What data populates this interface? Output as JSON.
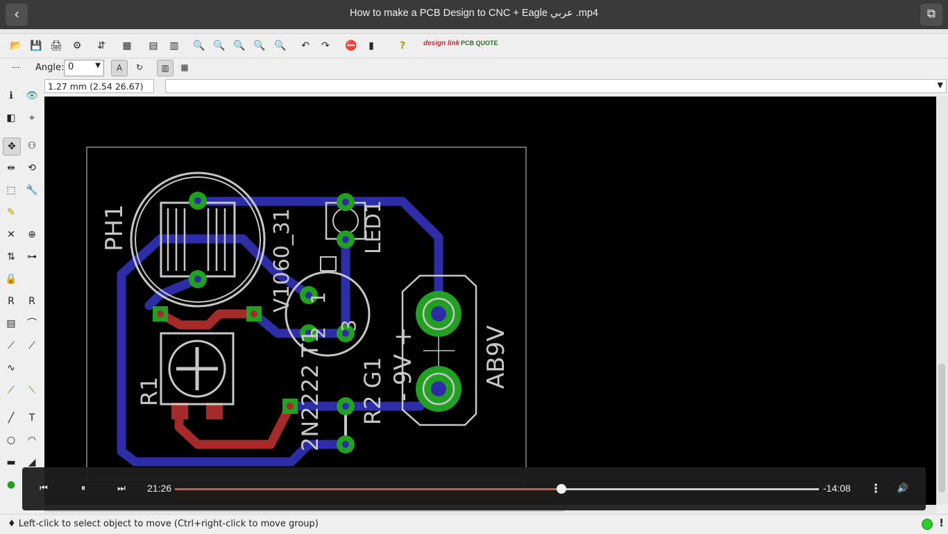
{
  "window": {
    "title": "How to make a PCB Design to CNC + Eagle عربي .mp4",
    "back_icon": "chevron-left-icon",
    "restore_icon": "restore-window-icon"
  },
  "toolbar": {
    "items": [
      {
        "name": "open-icon",
        "glyph": "📂"
      },
      {
        "name": "save-icon",
        "glyph": "💾"
      },
      {
        "name": "print-icon",
        "glyph": "🖨"
      },
      {
        "name": "cam-icon",
        "glyph": "⚙"
      },
      {
        "name": "board-icon",
        "glyph": "⇵"
      },
      {
        "name": "3d-icon",
        "glyph": "▦"
      },
      {
        "name": "script-icon",
        "glyph": "▤"
      },
      {
        "name": "ulp-icon",
        "glyph": "▥"
      },
      {
        "name": "zoom-fit-icon",
        "glyph": "🔍"
      },
      {
        "name": "zoom-in-icon",
        "glyph": "🔍"
      },
      {
        "name": "zoom-out-icon",
        "glyph": "🔍"
      },
      {
        "name": "zoom-redraw-icon",
        "glyph": "🔍"
      },
      {
        "name": "zoom-select-icon",
        "glyph": "🔍"
      },
      {
        "name": "undo-icon",
        "glyph": "↶"
      },
      {
        "name": "redo-icon",
        "glyph": "↷"
      },
      {
        "name": "stop-icon",
        "glyph": "⛔"
      },
      {
        "name": "go-icon",
        "glyph": "▮"
      },
      {
        "name": "help-icon",
        "glyph": "?"
      }
    ],
    "designlink_label": "design link",
    "pcbquote_label": "PCB QUOTE"
  },
  "parambar": {
    "angle_label": "Angle:",
    "angle_value": "0"
  },
  "coordinates": {
    "readout": "1.27 mm (2.54 26.67)",
    "command_value": ""
  },
  "pcb": {
    "labels": {
      "ph1": "PH1",
      "part_v": "V1060_31",
      "led1": "LED1",
      "r1": "R1",
      "t1": "2N2222 T1",
      "r2g1": "R2 G1",
      "battery": "AB9V",
      "voltage": "- 9V +",
      "pin1": "1",
      "pin2": "2",
      "pin3": "3"
    },
    "colors": {
      "top_trace": "#2d2da8",
      "bottom_trace": "#a52a2a",
      "pad": "#22a022",
      "silk": "#c8c8c8",
      "outline": "#8c8c8c"
    }
  },
  "player": {
    "elapsed": "21:26",
    "remaining": "-14:08",
    "progress": 0.6
  },
  "status": {
    "text": "♦ Left-click to select object to move (Ctrl+right-click to move group)"
  }
}
